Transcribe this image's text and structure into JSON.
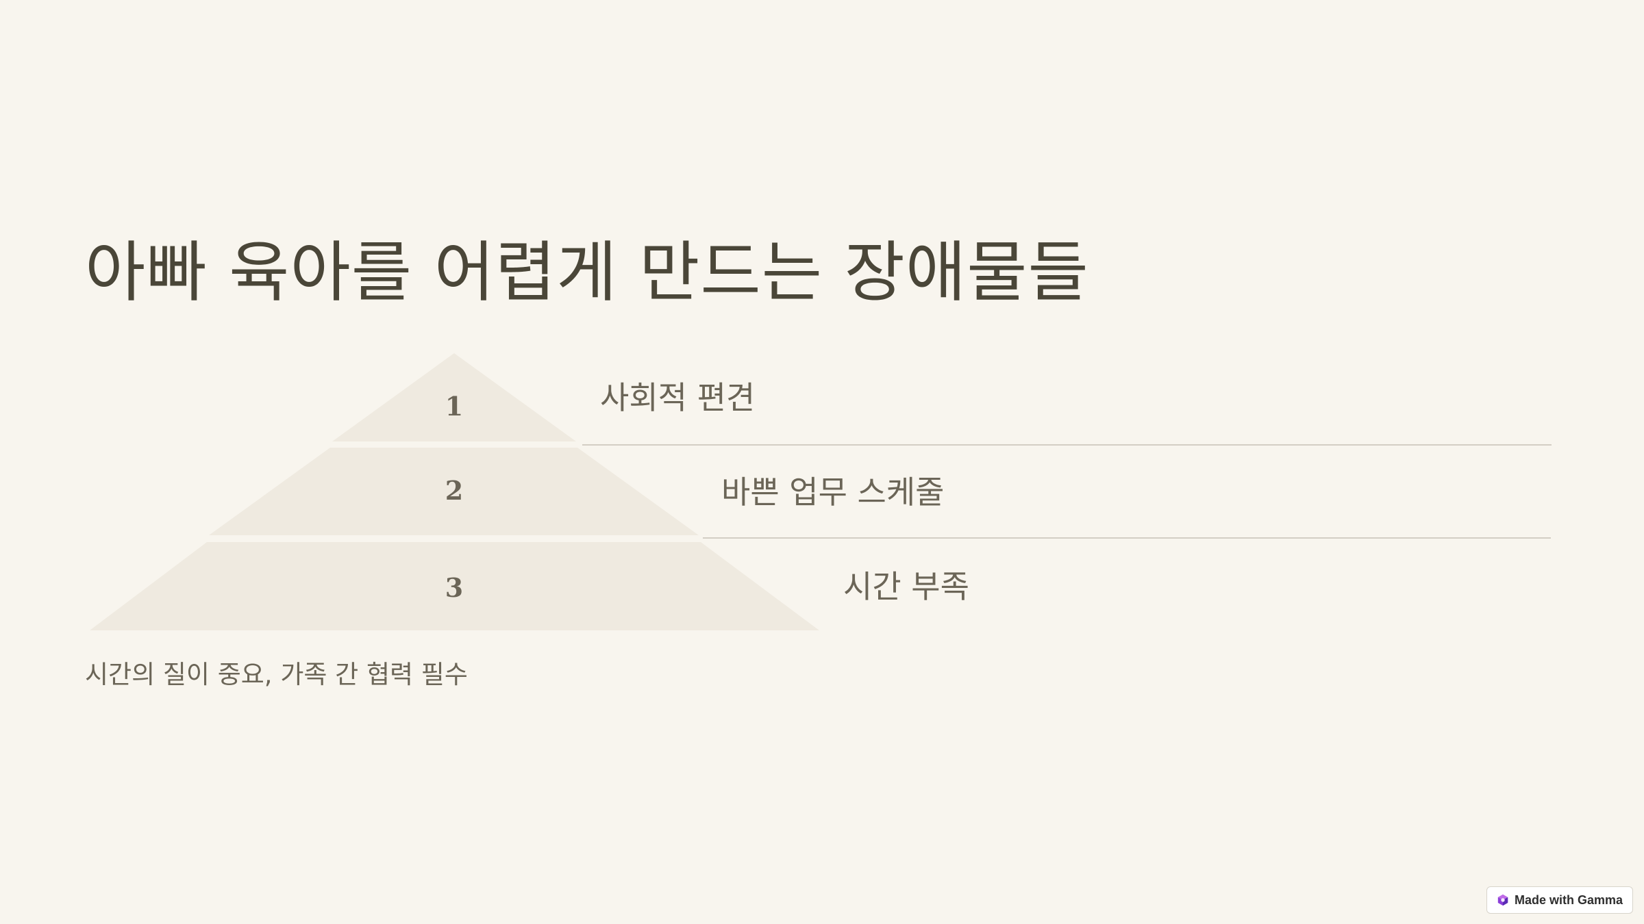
{
  "slide": {
    "title": "아빠 육아를 어렵게 만드는 장애물들",
    "pyramid": {
      "layers": [
        {
          "number": "1",
          "label": "사회적 편견"
        },
        {
          "number": "2",
          "label": "바쁜 업무 스케줄"
        },
        {
          "number": "3",
          "label": "시간 부족"
        }
      ]
    },
    "footnote": "시간의 질이 중요, 가족 간 협력 필수"
  },
  "badge": {
    "label": "Made with Gamma",
    "icon": "gamma-logo-icon"
  },
  "colors": {
    "background": "#f8f5ee",
    "pyramid_fill": "#efeae0",
    "title_text": "#4a4638",
    "body_text": "#6b6557",
    "divider": "#d3cec4",
    "badge_icon_purple": "#8b3fd9"
  }
}
